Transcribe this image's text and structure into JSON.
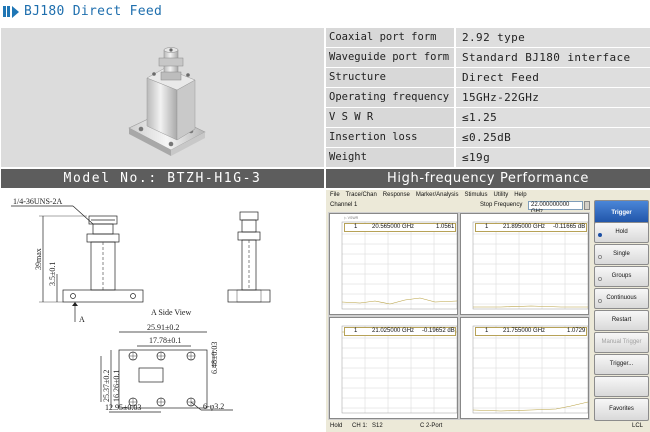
{
  "header": {
    "title": "BJ180 Direct Feed"
  },
  "specs": [
    {
      "key": "Coaxial port form",
      "value": "2.92 type"
    },
    {
      "key": "Waveguide port form",
      "value": "Standard BJ180 interface"
    },
    {
      "key": "Structure",
      "value": "Direct Feed"
    },
    {
      "key": "Operating frequency band",
      "value": "15GHz-22GHz"
    },
    {
      "key": "V S W R",
      "value": "≤1.25"
    },
    {
      "key": "Insertion loss",
      "value": "≤0.25dB"
    },
    {
      "key": "Weight",
      "value": "≤19g"
    }
  ],
  "model_bar": {
    "label": "Model No.: BTZH-H1G-3"
  },
  "perf_bar": {
    "label": "High-frequency Performance"
  },
  "drawing": {
    "thread": "1/4-36UNS-2A",
    "height_max": "39max",
    "dim_35": "3.5±0.1",
    "side_view": "A Side View",
    "arrow_a": "A",
    "w_2591": "25.91±0.2",
    "w_1778": "17.78±0.1",
    "h_648": "6.48±0.03",
    "h_2537": "25.37±0.2",
    "h_1626": "16.26±0.1",
    "w_1295": "12.95±0.03",
    "hole": "6-φ3.2"
  },
  "vna": {
    "menu": [
      "File",
      "Trace/Chan",
      "Response",
      "Marker/Analysis",
      "Stimulus",
      "Utility",
      "Help"
    ],
    "channel": "Channel 1",
    "stop_label": "Stop Frequency",
    "stop_value": "22.000000000 GHz",
    "panes": [
      {
        "mk": "1",
        "freq": "20.565000 GHz",
        "val": "1.0561"
      },
      {
        "mk": "1",
        "freq": "21.895000 GHz",
        "val": "-0.11665 dB"
      },
      {
        "mk": "1",
        "freq": "21.025000 GHz",
        "val": "-0.19652 dB"
      },
      {
        "mk": "1",
        "freq": "21.755000 GHz",
        "val": "1.0729"
      }
    ],
    "status": {
      "hold": "Hold",
      "ch": "CH 1:",
      "param": "S12",
      "cport": "C 2-Port",
      "lcl": "LCL"
    },
    "softkeys": [
      "Trigger",
      "Hold",
      "Single",
      "Groups",
      "Continuous",
      "Restart",
      "Manual Trigger",
      "Trigger...",
      "",
      "Favorites"
    ]
  }
}
